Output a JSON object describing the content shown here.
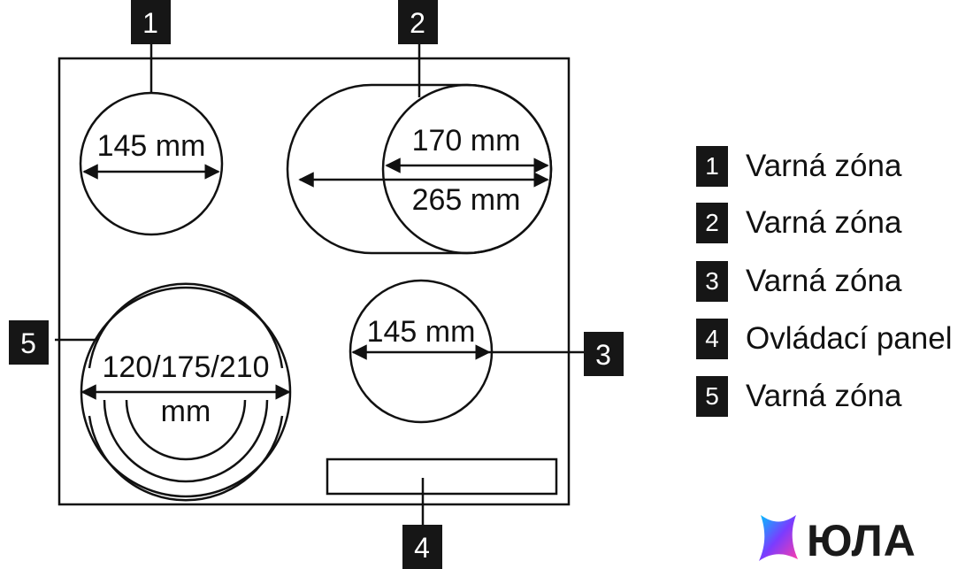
{
  "callouts": [
    "1",
    "2",
    "3",
    "4",
    "5"
  ],
  "dimensions": {
    "zone1": "145 mm",
    "zone2_inner": "170 mm",
    "zone2_outer": "265 mm",
    "zone3": "145 mm",
    "zone5_line1": "120/175/210",
    "zone5_line2": "mm"
  },
  "legend": [
    {
      "number": "1",
      "label": "Varná zóna"
    },
    {
      "number": "2",
      "label": "Varná zóna"
    },
    {
      "number": "3",
      "label": "Varná zóna"
    },
    {
      "number": "4",
      "label": "Ovládací panel"
    },
    {
      "number": "5",
      "label": "Varná zóna"
    }
  ],
  "watermark": {
    "text": "ЮЛА"
  },
  "colors": {
    "line": "#111111",
    "badge": "#161616",
    "background": "#ffffff"
  }
}
